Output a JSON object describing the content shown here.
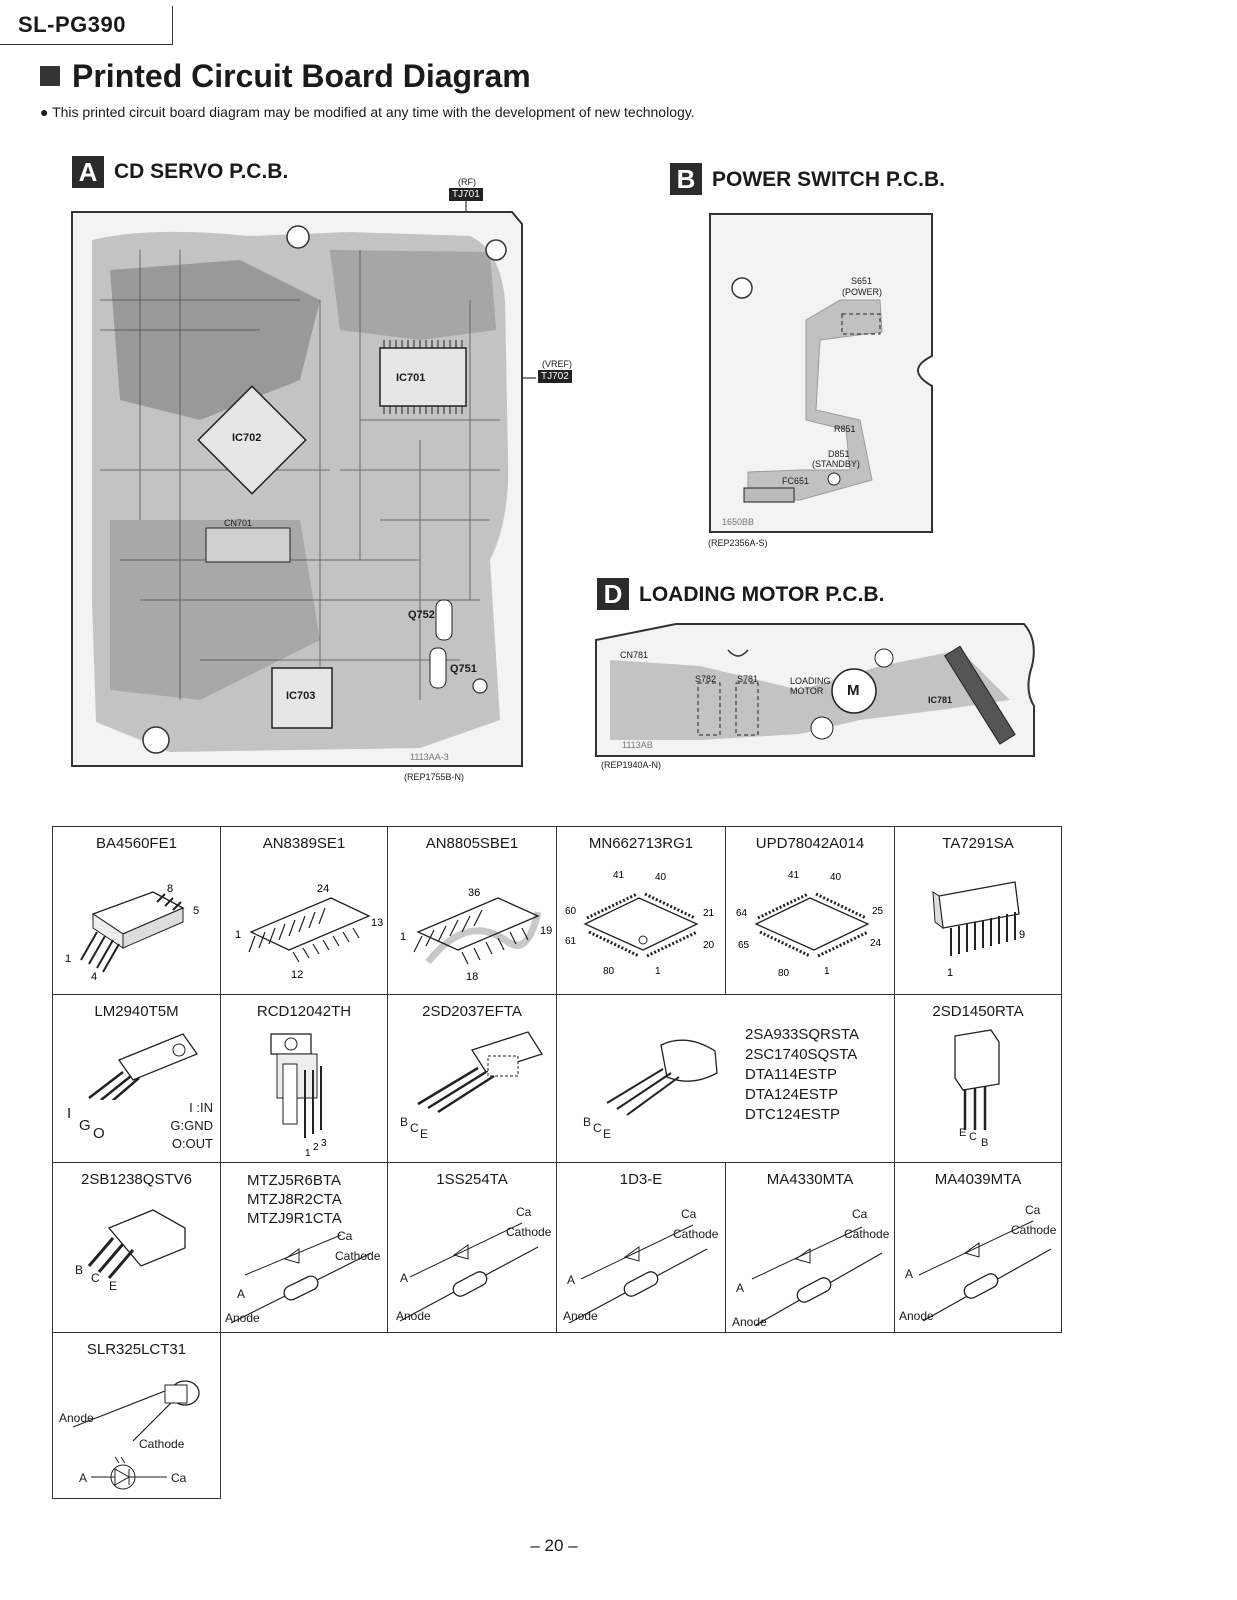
{
  "header": {
    "model": "SL-PG390",
    "title": "Printed Circuit Board Diagram",
    "note": "This printed circuit board diagram may be modified at any time with the development of new technology."
  },
  "pcb_a": {
    "badge": "A",
    "title": "CD SERVO P.C.B.",
    "rf_label": "(RF)",
    "rf_tag": "TJ701",
    "vref_label": "(VREF)",
    "vref_tag": "TJ702",
    "ic701": "IC701",
    "ic702": "IC702",
    "ic703": "IC703",
    "q751": "Q751",
    "q752": "Q752",
    "cn701": "CN701",
    "board_no": "1113AA-3",
    "ref": "(REP1755B-N)"
  },
  "pcb_b": {
    "badge": "B",
    "title": "POWER SWITCH P.C.B.",
    "switch": "S651",
    "switch_sub": "(POWER)",
    "led": "D851",
    "led_sub": "(STANDBY)",
    "r_label": "R851",
    "fc": "FC651",
    "board_no": "1650BB",
    "ref": "(REP2356A-S)"
  },
  "pcb_d": {
    "badge": "D",
    "title": "LOADING MOTOR P.C.B.",
    "cn": "CN781",
    "s1": "S782",
    "s2": "S781",
    "motor_label": "LOADING MOTOR",
    "motor": "M",
    "ic": "IC781",
    "board_no": "1113AB",
    "ref": "(REP1940A-N)"
  },
  "parts": [
    {
      "names": [
        "BA4560FE1"
      ]
    },
    {
      "names": [
        "AN8389SE1"
      ]
    },
    {
      "names": [
        "AN8805SBE1"
      ]
    },
    {
      "names": [
        "MN662713RG1"
      ]
    },
    {
      "names": [
        "UPD78042A014"
      ]
    },
    {
      "names": [
        "TA7291SA"
      ]
    },
    {
      "names": [
        "LM2940T5M"
      ],
      "legend": [
        "I :IN",
        "G:GND",
        "O:OUT"
      ]
    },
    {
      "names": [
        "RCD12042TH"
      ]
    },
    {
      "names": [
        "2SD2037EFTA"
      ]
    },
    {
      "names": [
        "2SA933SQRSTA",
        "2SC1740SQSTA",
        "DTA114ESTP",
        "DTA124ESTP",
        "DTC124ESTP"
      ]
    },
    {
      "names": [
        "2SD1450RTA"
      ]
    },
    {
      "names": [
        "2SB1238QSTV6"
      ]
    },
    {
      "names": [
        "MTZJ5R6BTA",
        "MTZJ8R2CTA",
        "MTZJ9R1CTA"
      ]
    },
    {
      "names": [
        "1SS254TA"
      ]
    },
    {
      "names": [
        "1D3-E"
      ]
    },
    {
      "names": [
        "MA4330MTA"
      ]
    },
    {
      "names": [
        "MA4039MTA"
      ]
    },
    {
      "names": [
        "SLR325LCT31"
      ]
    }
  ],
  "pin_labels": {
    "anode": "Anode",
    "cathode": "Cathode",
    "a": "A",
    "ca": "Ca",
    "b": "B",
    "c": "C",
    "e": "E",
    "i": "I",
    "g": "G",
    "o": "O"
  },
  "page_number": "– 20 –"
}
